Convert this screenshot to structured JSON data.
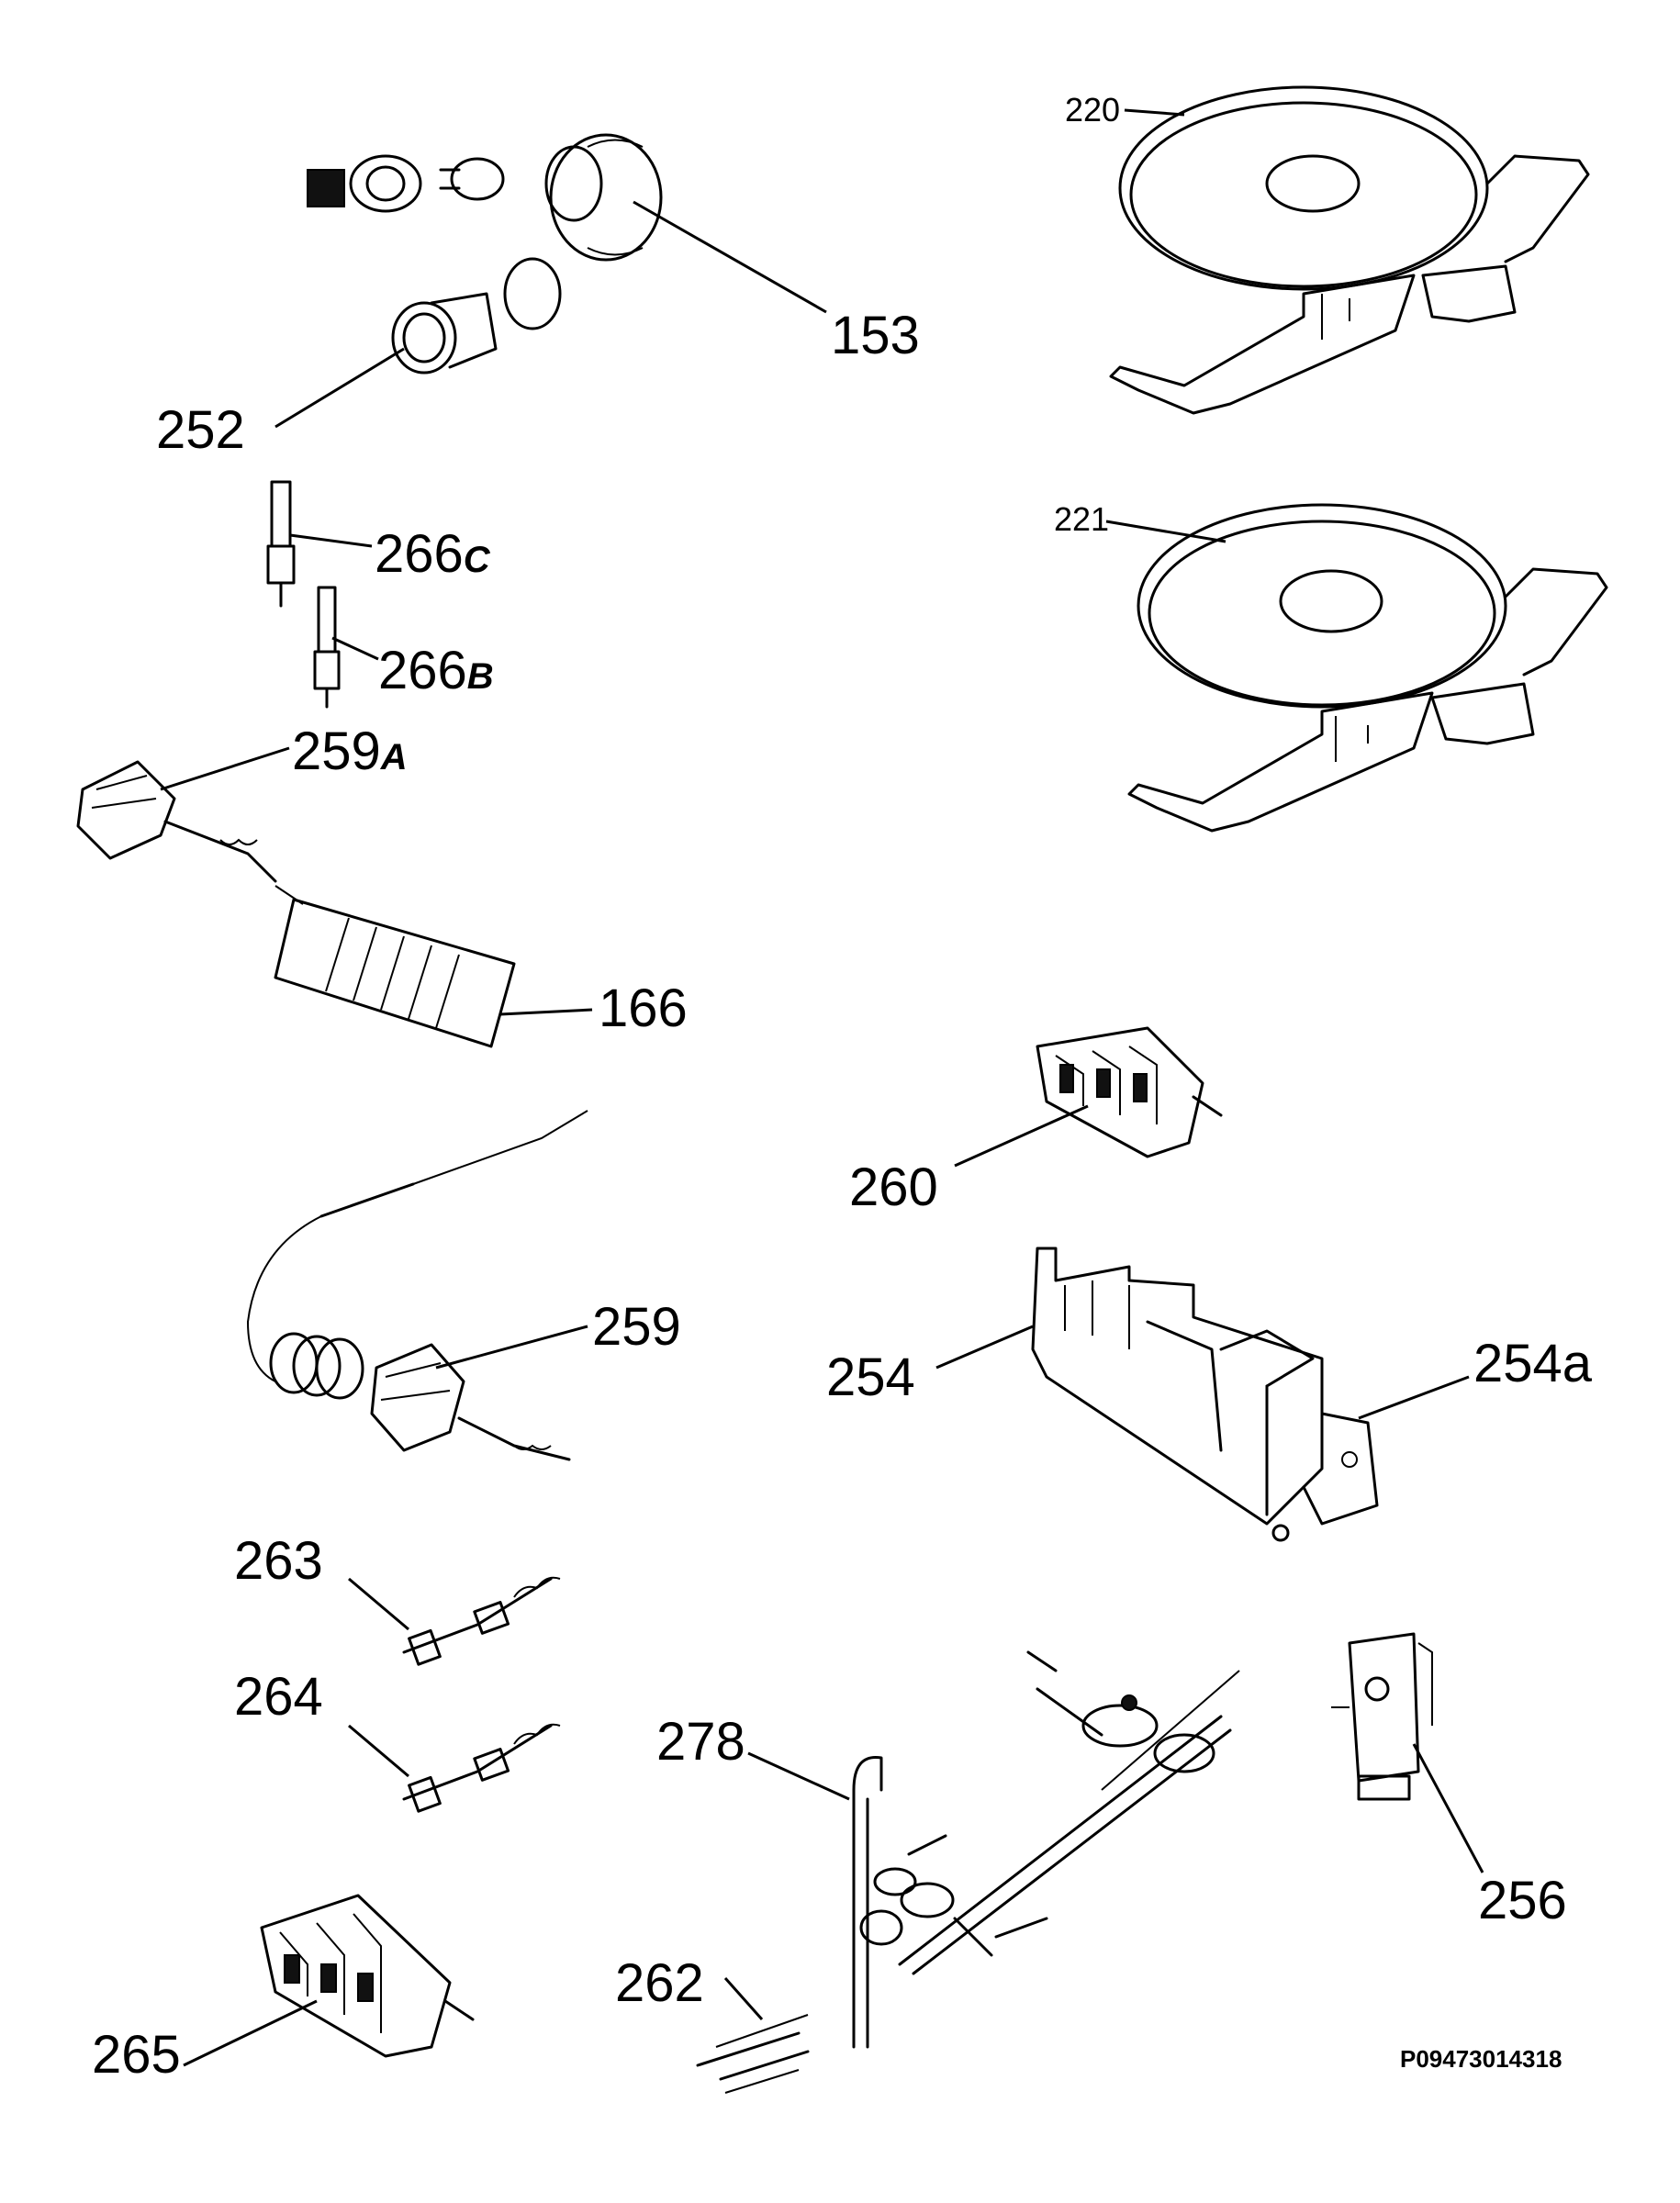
{
  "drawing_code": "P09473014318",
  "callouts": {
    "c153": "153",
    "c220": "220",
    "c221": "221",
    "c252": "252",
    "c266c_num": "266",
    "c266c_suffix": "C",
    "c266b_num": "266",
    "c266b_suffix": "B",
    "c259a_num": "259",
    "c259a_suffix": "A",
    "c166": "166",
    "c260": "260",
    "c259": "259",
    "c254": "254",
    "c254a": "254a",
    "c263": "263",
    "c264": "264",
    "c256": "256",
    "c278": "278",
    "c262": "262",
    "c265": "265"
  }
}
